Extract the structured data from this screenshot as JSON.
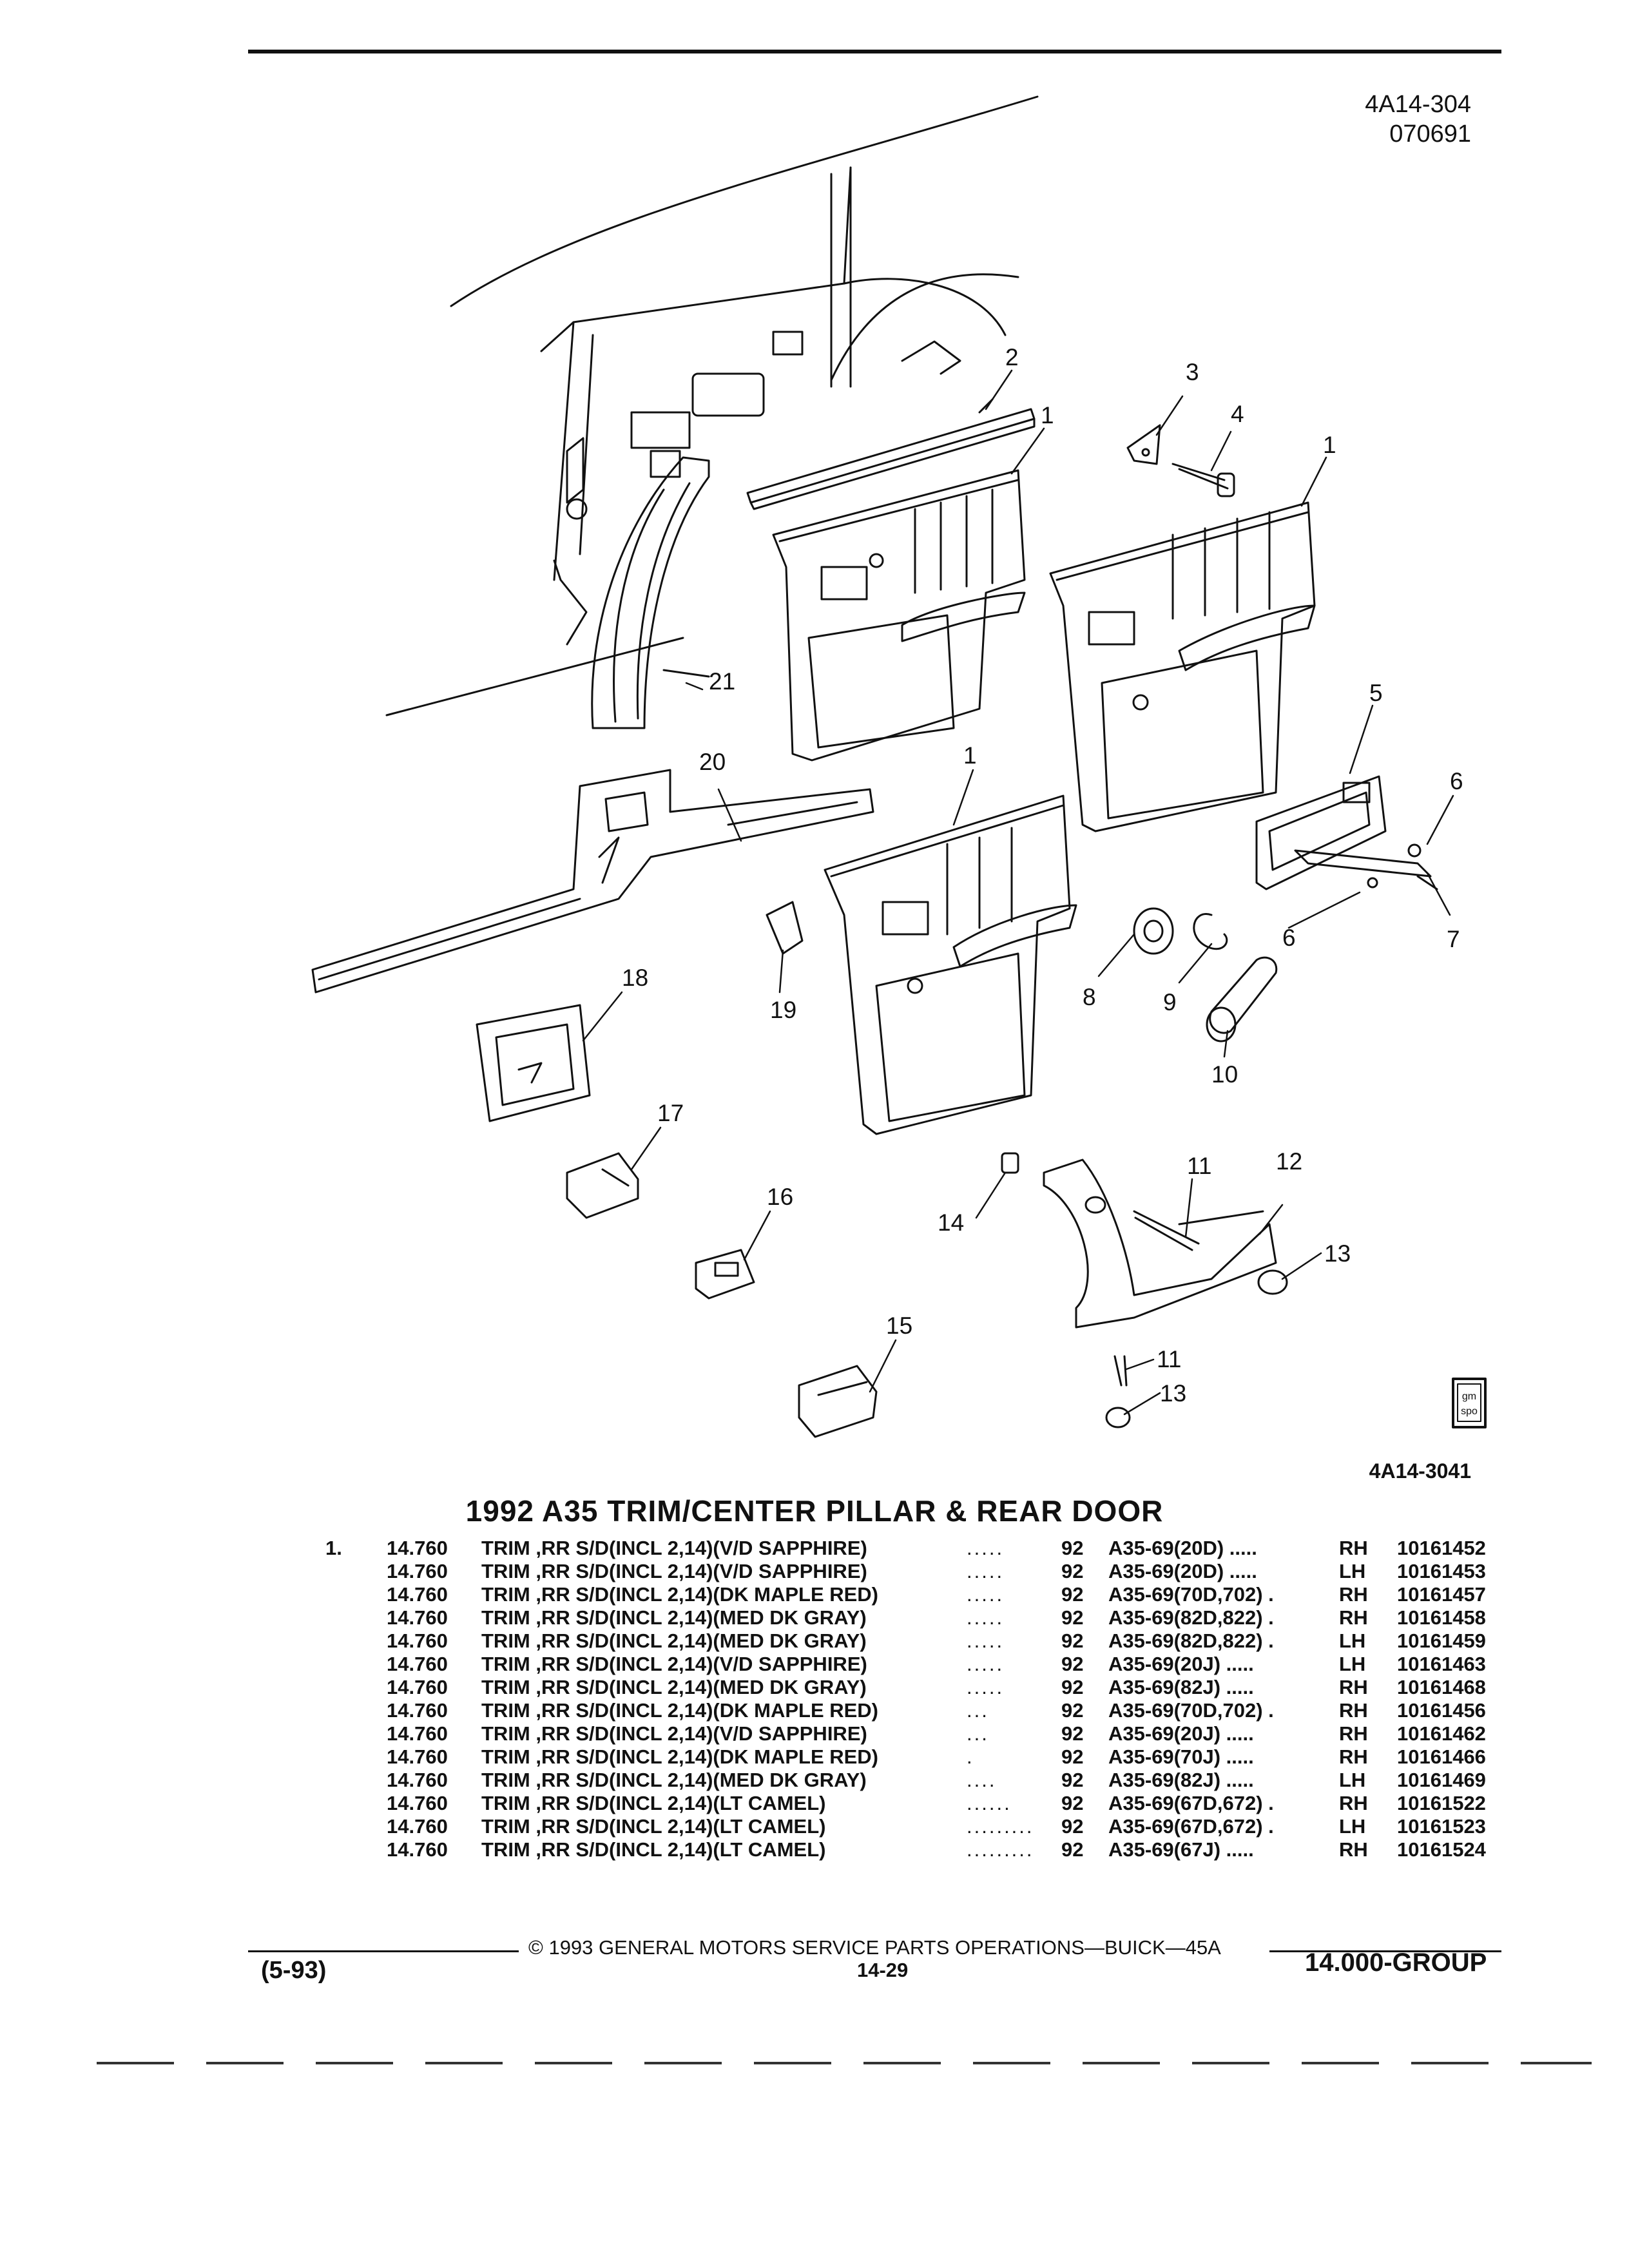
{
  "header": {
    "illustration_number": "4A14-304",
    "illustration_date": "070691",
    "figure_id": "4A14-3041",
    "badge_line1": "gm",
    "badge_line2": "spo"
  },
  "callouts": [
    "1",
    "2",
    "3",
    "4",
    "1",
    "5",
    "6",
    "6",
    "7",
    "1",
    "8",
    "9",
    "10",
    "11",
    "12",
    "13",
    "11",
    "13",
    "14",
    "15",
    "16",
    "17",
    "18",
    "19",
    "20",
    "21"
  ],
  "title": "1992 A35 TRIM/CENTER PILLAR & REAR DOOR",
  "parts": [
    {
      "item": "1.",
      "group": "14.760",
      "desc": "TRIM ,RR S/D(INCL 2,14)(V/D SAPPHIRE)",
      "dots": ".....",
      "year": "92",
      "model": "A35-69(20D)  .....",
      "side": "RH",
      "part": "10161452"
    },
    {
      "item": "",
      "group": "14.760",
      "desc": "TRIM ,RR S/D(INCL 2,14)(V/D SAPPHIRE)",
      "dots": ".....",
      "year": "92",
      "model": "A35-69(20D)  .....",
      "side": "LH",
      "part": "10161453"
    },
    {
      "item": "",
      "group": "14.760",
      "desc": "TRIM ,RR S/D(INCL 2,14)(DK MAPLE RED)",
      "dots": ".....",
      "year": "92",
      "model": "A35-69(70D,702)  .",
      "side": "RH",
      "part": "10161457"
    },
    {
      "item": "",
      "group": "14.760",
      "desc": "TRIM ,RR S/D(INCL 2,14)(MED DK GRAY)",
      "dots": ".....",
      "year": "92",
      "model": "A35-69(82D,822)  .",
      "side": "RH",
      "part": "10161458"
    },
    {
      "item": "",
      "group": "14.760",
      "desc": "TRIM ,RR S/D(INCL 2,14)(MED DK GRAY)",
      "dots": ".....",
      "year": "92",
      "model": "A35-69(82D,822)  .",
      "side": "LH",
      "part": "10161459"
    },
    {
      "item": "",
      "group": "14.760",
      "desc": "TRIM ,RR S/D(INCL 2,14)(V/D SAPPHIRE)",
      "dots": ".....",
      "year": "92",
      "model": "A35-69(20J)  .....",
      "side": "LH",
      "part": "10161463"
    },
    {
      "item": "",
      "group": "14.760",
      "desc": "TRIM ,RR S/D(INCL 2,14)(MED DK GRAY)",
      "dots": ".....",
      "year": "92",
      "model": "A35-69(82J)  .....",
      "side": "RH",
      "part": "10161468"
    },
    {
      "item": "",
      "group": "14.760",
      "desc": "TRIM ,RR S/D(INCL 2,14)(DK MAPLE RED)",
      "dots": "...",
      "year": "92",
      "model": "A35-69(70D,702)  .",
      "side": "RH",
      "part": "10161456"
    },
    {
      "item": "",
      "group": "14.760",
      "desc": "TRIM ,RR S/D(INCL 2,14)(V/D SAPPHIRE)",
      "dots": "...",
      "year": "92",
      "model": "A35-69(20J)  .....",
      "side": "RH",
      "part": "10161462"
    },
    {
      "item": "",
      "group": "14.760",
      "desc": "TRIM ,RR S/D(INCL 2,14)(DK MAPLE RED)",
      "dots": ".",
      "year": "92",
      "model": "A35-69(70J)  .....",
      "side": "RH",
      "part": "10161466"
    },
    {
      "item": "",
      "group": "14.760",
      "desc": "TRIM ,RR S/D(INCL 2,14)(MED DK GRAY)",
      "dots": "....",
      "year": "92",
      "model": "A35-69(82J)  .....",
      "side": "LH",
      "part": "10161469"
    },
    {
      "item": "",
      "group": "14.760",
      "desc": "TRIM ,RR S/D(INCL 2,14)(LT CAMEL)",
      "dots": "......",
      "year": "92",
      "model": "A35-69(67D,672)  .",
      "side": "RH",
      "part": "10161522"
    },
    {
      "item": "",
      "group": "14.760",
      "desc": "TRIM ,RR S/D(INCL 2,14)(LT CAMEL)",
      "dots": ".........",
      "year": "92",
      "model": "A35-69(67D,672)  .",
      "side": "LH",
      "part": "10161523"
    },
    {
      "item": "",
      "group": "14.760",
      "desc": "TRIM ,RR S/D(INCL 2,14)(LT CAMEL)",
      "dots": ".........",
      "year": "92",
      "model": "A35-69(67J)  .....",
      "side": "RH",
      "part": "10161524"
    }
  ],
  "footer": {
    "copyright": "© 1993 GENERAL MOTORS SERVICE PARTS OPERATIONS—BUICK—45A",
    "date_code": "(5-93)",
    "page": "14-29",
    "group": "14.000-GROUP"
  }
}
